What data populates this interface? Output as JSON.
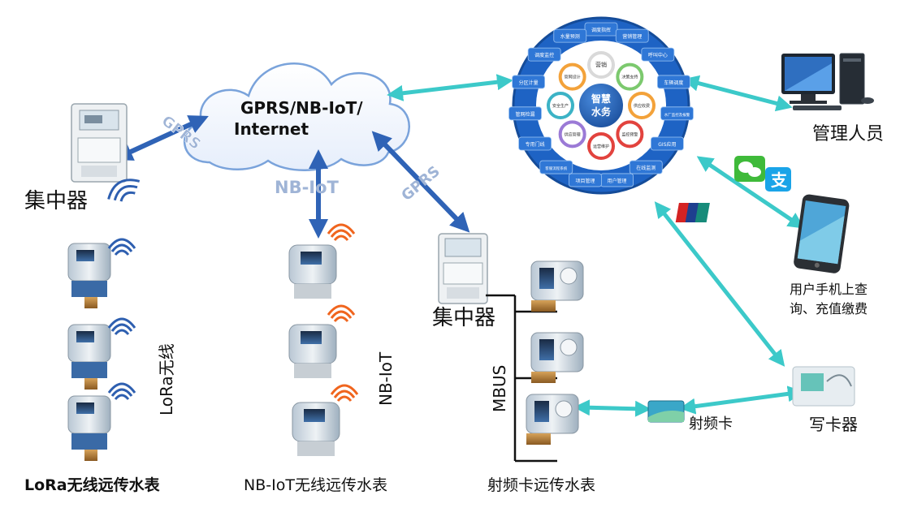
{
  "cloud": {
    "line1": "GPRS/NB-IoT/",
    "line2": "Internet"
  },
  "links": {
    "gprs_left": "GPRS",
    "nbiot_mid": "NB-IoT",
    "gprs_right": "GPRS"
  },
  "concentrator_left": "集中器",
  "concentrator_right": "集中器",
  "lora": {
    "vertical_label": "LoRa无线",
    "caption": "LoRa无线远传水表"
  },
  "nbiot": {
    "vertical_label": "NB-IoT",
    "caption": "NB-IoT无线远传水表"
  },
  "rf": {
    "bus_label": "MBUS",
    "card_label": "射频卡",
    "caption": "射频卡远传水表"
  },
  "smart_water": {
    "center_line1": "智慧",
    "center_line2": "水务",
    "inner": [
      "营销",
      "决策支持",
      "供应收费",
      "监控预警",
      "运营维护",
      "供应管理",
      "安全生产",
      "管网设计"
    ],
    "outer": [
      "调度指挥",
      "营销管理",
      "呼叫中心",
      "车辆调度",
      "水厂监控及报警",
      "GIS应用",
      "在线监测",
      "用户管理",
      "项目管理",
      "客服流程系统",
      "专用门线",
      "管网检漏",
      "分区计量",
      "调度监控",
      "水量预测"
    ]
  },
  "manager_label": "管理人员",
  "mobile_label_line1": "用户手机上查",
  "mobile_label_line2": "询、充值缴费",
  "unionpay_text": "UnionPay",
  "card_writer_label": "写卡器",
  "colors": {
    "teal_arrow": "#3cc9c9",
    "blue_arrow": "#2f63b6",
    "ring_blue": "#1e63c4",
    "wifi_blue": "#2e5fb0",
    "wifi_orange": "#f0651e"
  }
}
